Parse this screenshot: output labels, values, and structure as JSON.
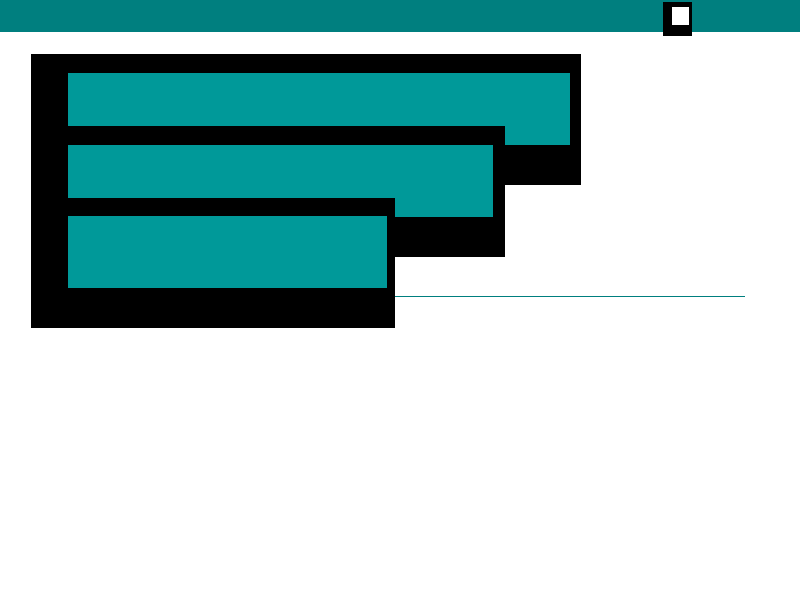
{
  "colors": {
    "top_bar": "#007f7f",
    "panel_face": "#009999",
    "divider": "#007f7f"
  },
  "top_bar": {
    "control_icon": "window-square-icon"
  },
  "panels": [
    {
      "name": "panel-1"
    },
    {
      "name": "panel-2"
    },
    {
      "name": "panel-3"
    }
  ]
}
